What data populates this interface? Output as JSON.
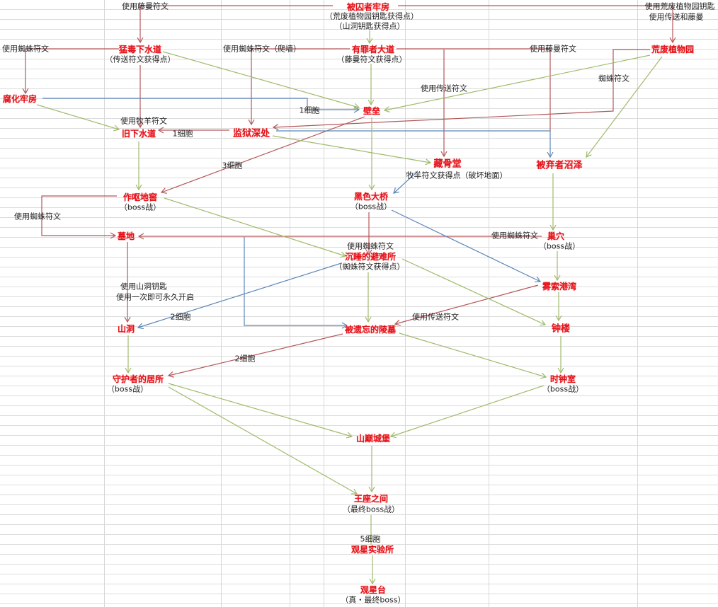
{
  "colors": {
    "node": "#e3141b",
    "red_edge": "#b5585a",
    "green_edge": "#9fbb6a",
    "blue_edge": "#5b86b8"
  },
  "nodes": {
    "prisoners_quarters": {
      "name": "被囚者牢房",
      "sub1": "（荒废植物园钥匙获得点）",
      "sub2": "（山洞钥匙获得点）"
    },
    "toxic_sewers": {
      "name": "猛毒下水道",
      "sub": "（传送符文获得点）"
    },
    "promenade": {
      "name": "有罪者大道",
      "sub": "（藤曼符文获得点）"
    },
    "arboretum": {
      "name": "荒废植物园"
    },
    "corrupted_prison": {
      "name": "腐化牢房"
    },
    "ramparts": {
      "name": "壁垒"
    },
    "old_sewers": {
      "name": "旧下水道"
    },
    "prison_depths": {
      "name": "监狱深处"
    },
    "ossuary": {
      "name": "藏骨堂",
      "sub": "牧羊符文获得点（破坏地面）"
    },
    "morass": {
      "name": "被弃者沼泽"
    },
    "insufferable_crypt": {
      "name": "作呕地窖",
      "sub": "（boss战）"
    },
    "black_bridge": {
      "name": "黑色大桥",
      "sub": "（boss战）"
    },
    "graveyard": {
      "name": "墓地"
    },
    "nest": {
      "name": "巢穴",
      "sub": "（boss战）"
    },
    "slumbering_sanctuary": {
      "name": "沉睡的避难所",
      "sub": "（蜘蛛符文获得点）"
    },
    "fractured_shrines": {
      "name": "雾索港湾"
    },
    "cavern": {
      "name": "山洞"
    },
    "forgotten_sepulcher": {
      "name": "被遗忘的陵墓"
    },
    "clock_tower": {
      "name": "钟楼"
    },
    "guardians_haven": {
      "name": "守护者的居所",
      "sub": "（boss战）"
    },
    "clock_room": {
      "name": "时钟室",
      "sub": "（boss战）"
    },
    "high_peak_castle": {
      "name": "山巅城堡"
    },
    "throne_room": {
      "name": "王座之间",
      "sub": "（最终boss战）"
    },
    "observatory": {
      "name": "观星实验所"
    },
    "astrolab": {
      "name": "观星台",
      "sub": "（真・最终boss）"
    }
  },
  "edge_labels": {
    "vine_rune_1": "使用藤曼符文",
    "arboretum_key": "使用荒废植物园钥匙",
    "teleport_and_vine": "使用传送和藤曼",
    "spider_rune_1": "使用蜘蛛符文",
    "spider_rune_climb": "使用蜘蛛符文（爬墙）",
    "vine_rune_2": "使用藤曼符文",
    "teleport_rune_1": "使用传送符文",
    "spider_rune_2": "蜘蛛符文",
    "cell_1a": "1细胞",
    "ram_rune": "使用牧羊符文",
    "cell_1b": "1细胞",
    "cell_3": "3细胞",
    "spider_rune_3": "使用蜘蛛符文",
    "spider_rune_4": "使用蜘蛛符文",
    "spider_rune_5": "使用蜘蛛符文",
    "cavern_key_1": "使用山洞钥匙",
    "cavern_key_2": "使用一次即可永久开启",
    "cell_2a": "2细胞",
    "teleport_rune_2": "使用传送符文",
    "cell_2b": "2细胞",
    "cell_5": "5细胞"
  }
}
